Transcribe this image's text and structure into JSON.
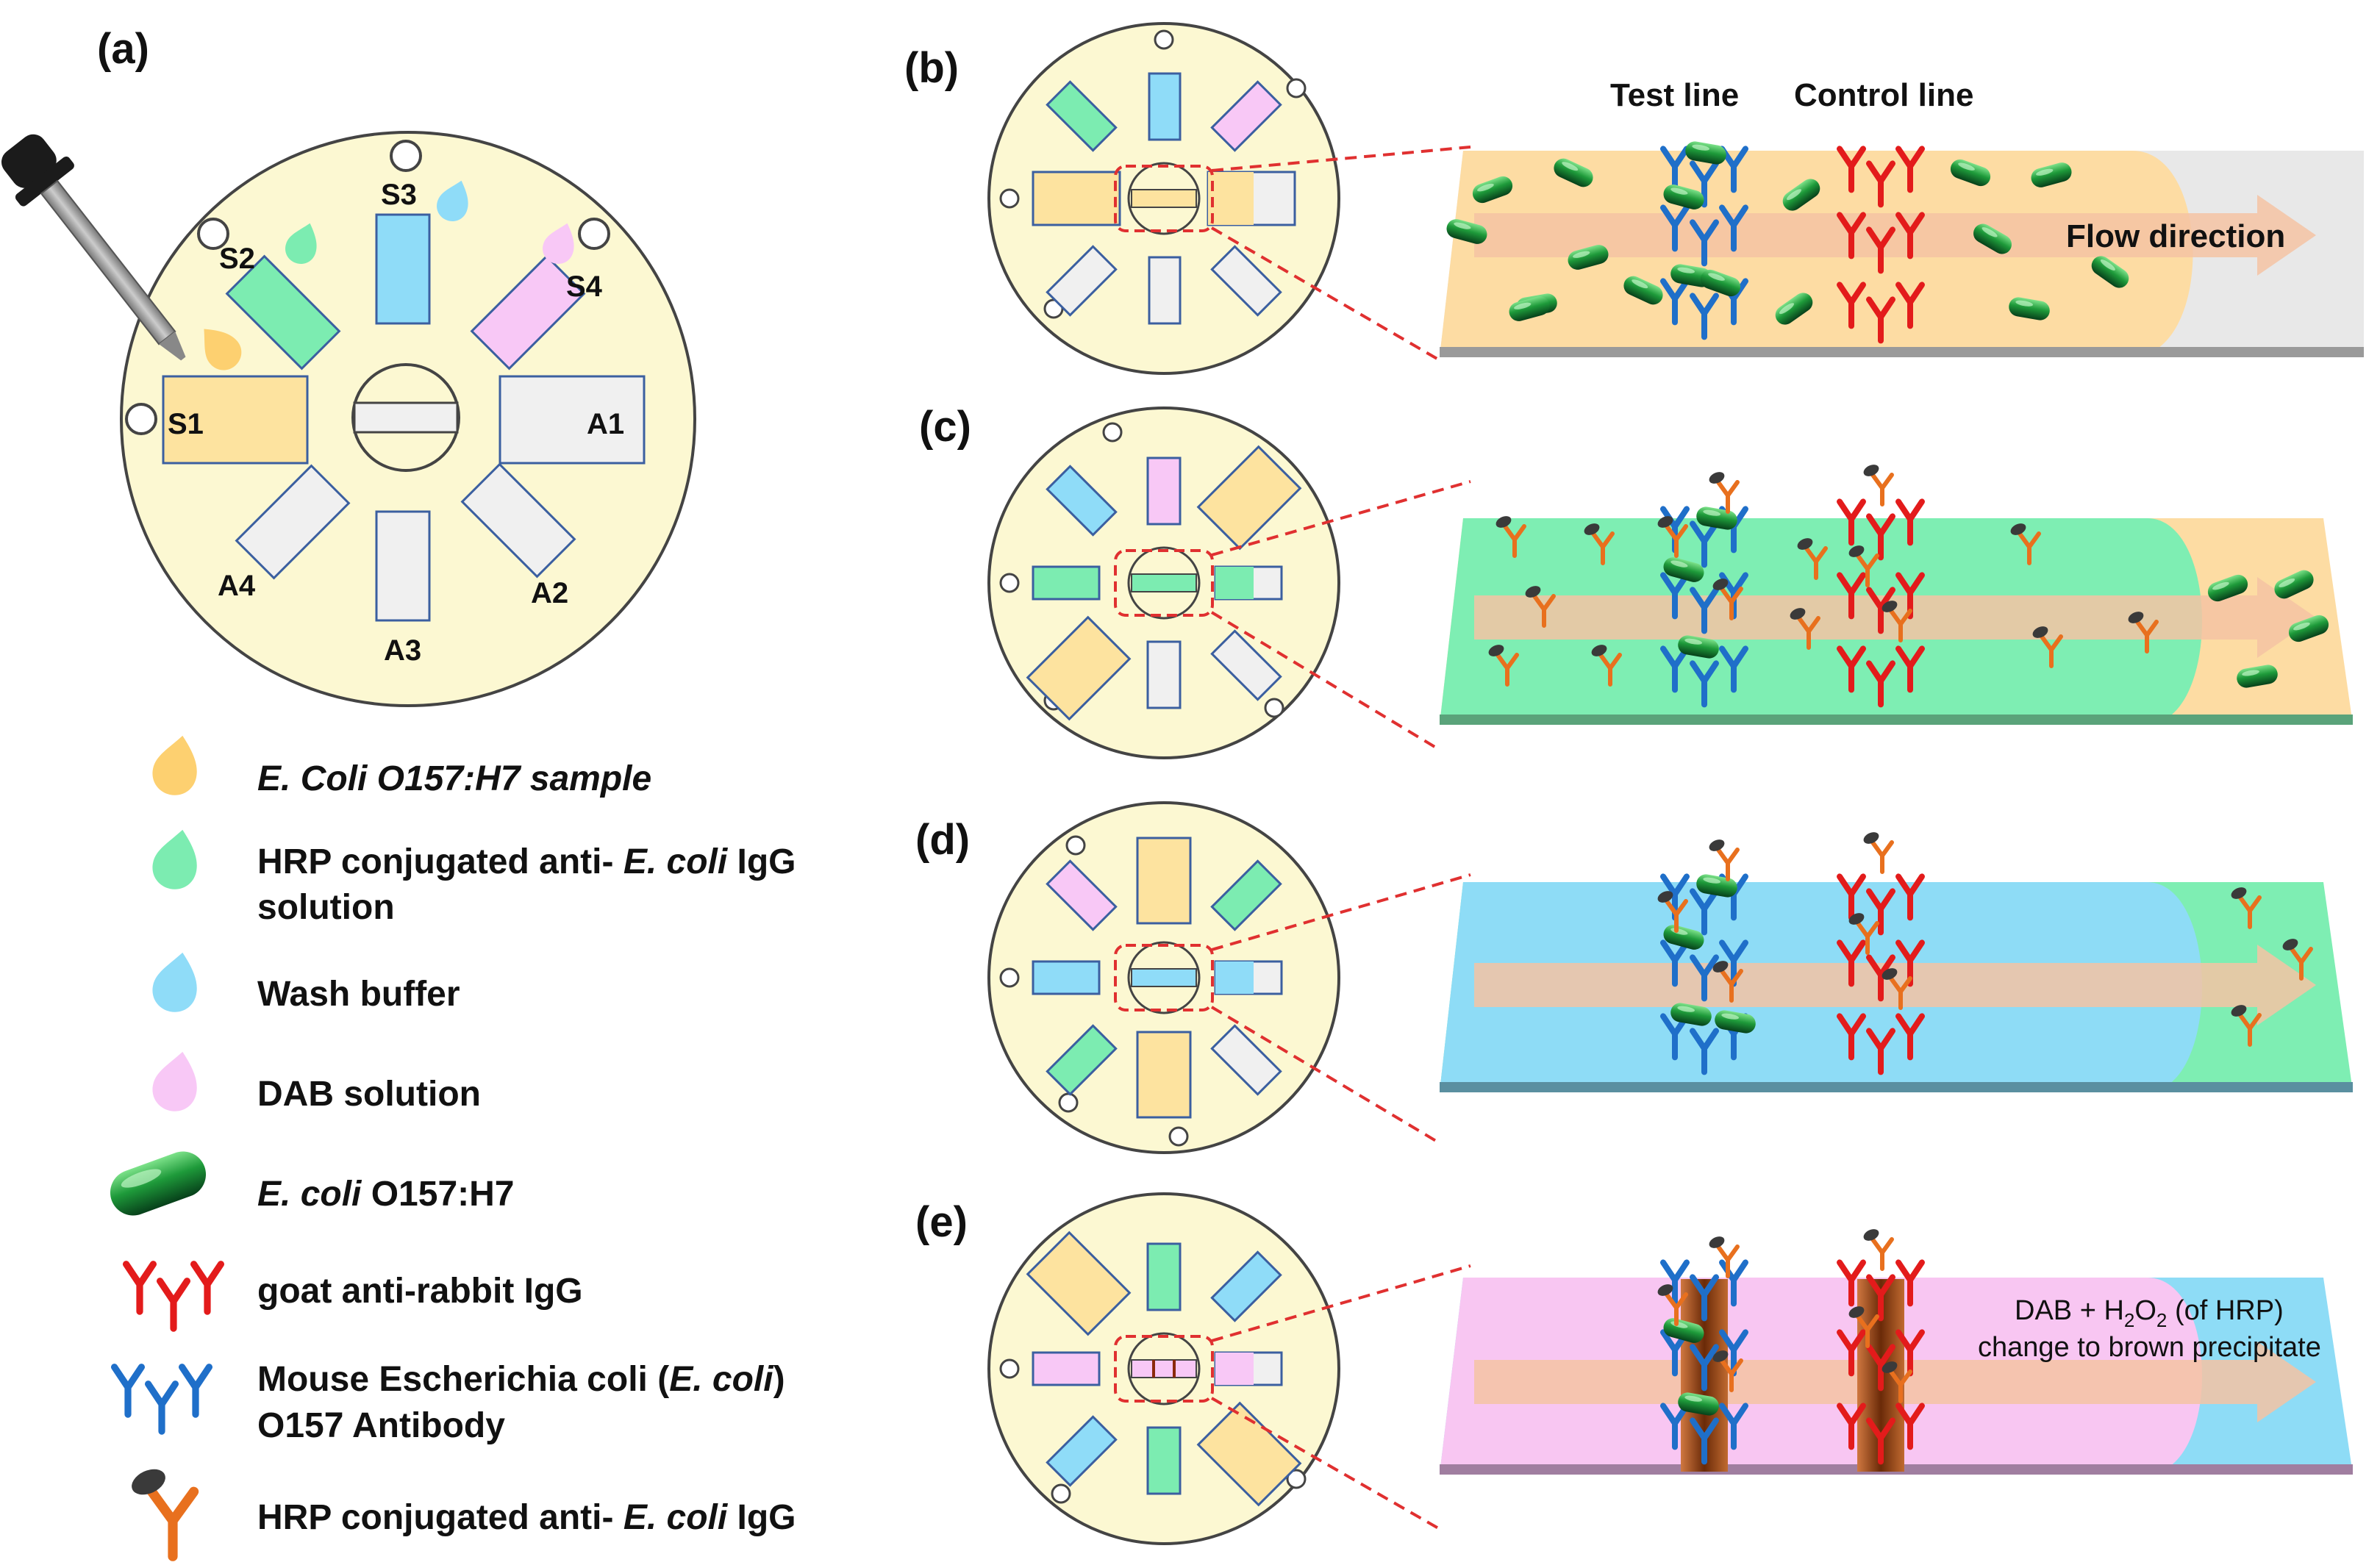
{
  "panels": {
    "a": "(a)",
    "b": "(b)",
    "c": "(c)",
    "d": "(d)",
    "e": "(e)"
  },
  "chambers": {
    "s1": "S1",
    "s2": "S2",
    "s3": "S3",
    "s4": "S4",
    "a1": "A1",
    "a2": "A2",
    "a3": "A3",
    "a4": "A4"
  },
  "strip_labels": {
    "test_line": "Test line",
    "control_line": "Control line",
    "flow_direction": "Flow direction",
    "dab_line1_pre": "DAB + H",
    "dab_line1_sub1": "2",
    "dab_line1_mid": "O",
    "dab_line1_sub2": "2",
    "dab_line1_post": " (of HRP)",
    "dab_line2": "change to brown precipitate"
  },
  "legend": {
    "sample": "E. Coli O157:H7 sample",
    "hrp_solution_pre": "HRP conjugated anti- ",
    "hrp_solution_ital": "E. coli",
    "hrp_solution_post": " IgG",
    "hrp_solution_line2": "solution",
    "wash": "Wash buffer",
    "dab": "DAB solution",
    "ecoli_ital": "E. coli",
    "ecoli_post": " O157:H7",
    "goat": "goat anti-rabbit IgG",
    "mouse_pre": "Mouse Escherichia coli (",
    "mouse_ital": "E. coli",
    "mouse_post": ")",
    "mouse_line2": "O157 Antibody",
    "hrp_igg_pre": "HRP conjugated anti- ",
    "hrp_igg_ital": "E. coli",
    "hrp_igg_post": " IgG"
  },
  "colors": {
    "disc": "#fcf8d2",
    "sample_yellow": "#fde39f",
    "hrp_green": "#7cecb1",
    "wash_blue": "#8fdcf8",
    "dab_pink": "#f8c8f6",
    "empty_gray": "#f0f0f0",
    "strip_b": "#fddca3",
    "strip_c": "#7eeeb3",
    "strip_d": "#8edcf6",
    "strip_e": "#f8c6f2",
    "antibody_blue": "#1f6fc9",
    "antibody_red": "#e31b1b",
    "hrp_orange": "#e8701e",
    "precipitate": "#7a3410",
    "zoom_dash": "#e03030"
  },
  "icons": [
    "dropper-icon",
    "droplet-icon",
    "bacterium-icon",
    "antibody-icon",
    "hrp-igg-icon"
  ]
}
